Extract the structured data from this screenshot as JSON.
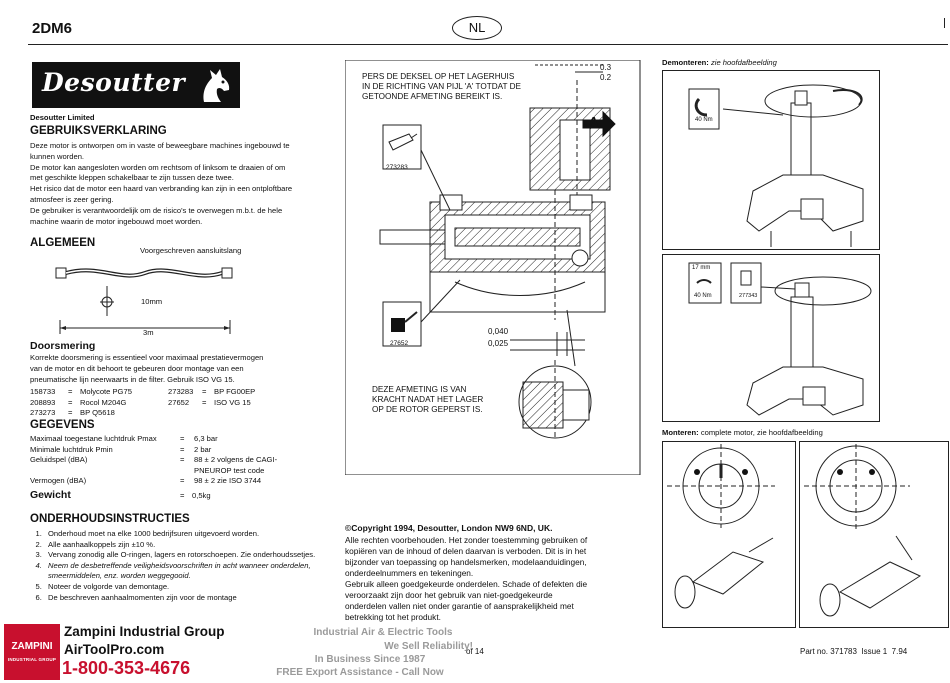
{
  "header": {
    "model": "2DM6",
    "language": "NL"
  },
  "brand": {
    "logo_text": "Desoutter",
    "company": "Desoutter Limited"
  },
  "usage": {
    "title": "GEBRUIKSVERKLARING",
    "text": [
      "Deze motor is ontworpen om in vaste of beweegbare machines ingebouwd te",
      "kunnen worden.",
      "De motor kan aangesloten worden om rechtsom of linksom te draaien of om",
      "met geschikte kleppen schakelbaar te zijn tussen deze twee.",
      "Het risico dat de motor een haard van verbranding kan zijn in een ontploftbare",
      "atmosfeer is zeer gering.",
      "De gebruiker is verantwoordelijk om de risico's te overwegen m.b.t. de hele",
      "machine waarin de motor ingebouwd moet worden."
    ]
  },
  "general": {
    "title": "ALGEMEEN",
    "hose_label": "Voorgeschreven aansluitslang",
    "diameter_label": "10mm",
    "length_label": "3m"
  },
  "lubrication": {
    "title": "Doorsmering",
    "text": [
      "Korrekte doorsmering is essentieel voor maximaal prestatievermogen",
      "van de motor en dit behoort te gebeuren door montage van een",
      "pneumatische lijn neerwaarts in de filter. Gebruik ISO VG 15."
    ],
    "rows": [
      [
        "158733",
        "=",
        "Molycote PG75",
        "273283",
        "=",
        "BP FG00EP"
      ],
      [
        "208893",
        "=",
        "Rocol M204G",
        "27652",
        "=",
        "ISO VG 15"
      ],
      [
        "273273",
        "=",
        "BP Q5618",
        "",
        "",
        ""
      ]
    ]
  },
  "specs": {
    "title": "GEGEVENS",
    "rows": [
      {
        "label": "Maximaal toegestane luchtdruk Pmax",
        "eq": "=",
        "value": "6,3 bar"
      },
      {
        "label": "Minimale luchtdruk Pmin",
        "eq": "=",
        "value": "2 bar"
      },
      {
        "label": "Geluidspel (dBA)",
        "eq": "=",
        "value": "88 ± 2 volgens de CAGI-"
      },
      {
        "label": "",
        "eq": "",
        "value": "PNEUROP test code"
      },
      {
        "label": "Vermogen (dBA)",
        "eq": "=",
        "value": "98 ± 2 zie ISO 3744"
      }
    ],
    "weight_label": "Gewicht",
    "weight_eq": "=",
    "weight_value": "0,5kg"
  },
  "maintenance": {
    "title": "ONDERHOUDSINSTRUCTIES",
    "items": [
      "Onderhoud moet na elke 1000 bedrijfsuren uitgevoerd worden.",
      "Alle aanhaalkoppels zijn ±10 %.",
      "Vervang zonodig alle O-ringen, lagers en rotorschoepen. Zie onderhoudssetjes.",
      "Neem de desbetreffende veiligheidsvoorschriften in acht wanneer onderdelen, smeermiddelen, enz. worden weggegooid.",
      "Noteer de volgorde van demontage.",
      "De beschreven aanhaalmomenten zijn voor de montage"
    ]
  },
  "diagram": {
    "instruction": [
      "PERS DE DEKSEL OP HET LAGERHUIS",
      "IN DE RICHTING VAN PIJL 'A' TOTDAT DE",
      "GETOONDE AFMETING BEREIKT IS."
    ],
    "arrow_label": "A",
    "dim_top": [
      "0.3",
      "0.2"
    ],
    "dim_mid": [
      "0,040",
      "0,025"
    ],
    "part_a": "273283",
    "part_b": "27652",
    "note": [
      "DEZE AFMETING IS VAN",
      "KRACHT NADAT HET LAGER",
      "OP DE ROTOR GEPERST IS."
    ]
  },
  "copyright": {
    "title": "©Copyright 1994, Desoutter, London NW9 6ND, UK.",
    "text": [
      "Alle rechten voorbehouden. Het zonder toestemming gebruiken of",
      "kopiëren van de inhoud of delen daarvan is verboden. Dit is in het",
      "bijzonder van toepassing op handelsmerken, modelaanduidingen,",
      "onderdeelnummers en tekeningen.",
      "Gebruik alleen goedgekeurde onderdelen. Schade of defekten die",
      "veroorzaakt zijn door het gebruik van niet-goedgekeurde",
      "onderdelen vallen niet onder garantie of aansprakelijkheid met",
      "betrekking tot het produkt."
    ]
  },
  "right": {
    "dismount_label": "Demonteren:",
    "dismount_ref": "zie hoofdafbeelding",
    "torque1": "40 Nm",
    "wrench_size": "17 mm",
    "torque2": "40 Nm",
    "part_c": "277343",
    "mount_label": "Monteren:",
    "mount_ref": "complete motor, zie hoofdafbeelding"
  },
  "footer": {
    "page": "of 14",
    "part_no": "Part no. 371783",
    "issue": "Issue 1",
    "date": "7.94"
  },
  "dealer": {
    "name": "Zampini Industrial Group",
    "url": "AirToolPro.com",
    "phone": "1-800-353-4676",
    "logo_text": "ZAMPINI",
    "logo_sub": "INDUSTRIAL GROUP",
    "tagline1": "Industrial Air & Electric Tools",
    "tagline2": "We Sell Reliability!",
    "tagline3": "In Business Since 1987",
    "tagline4": "FREE Export Assistance - Call Now"
  },
  "colors": {
    "dealer_red": "#c8102e",
    "ink": "#111111",
    "watermark": "#9a9a9a"
  }
}
